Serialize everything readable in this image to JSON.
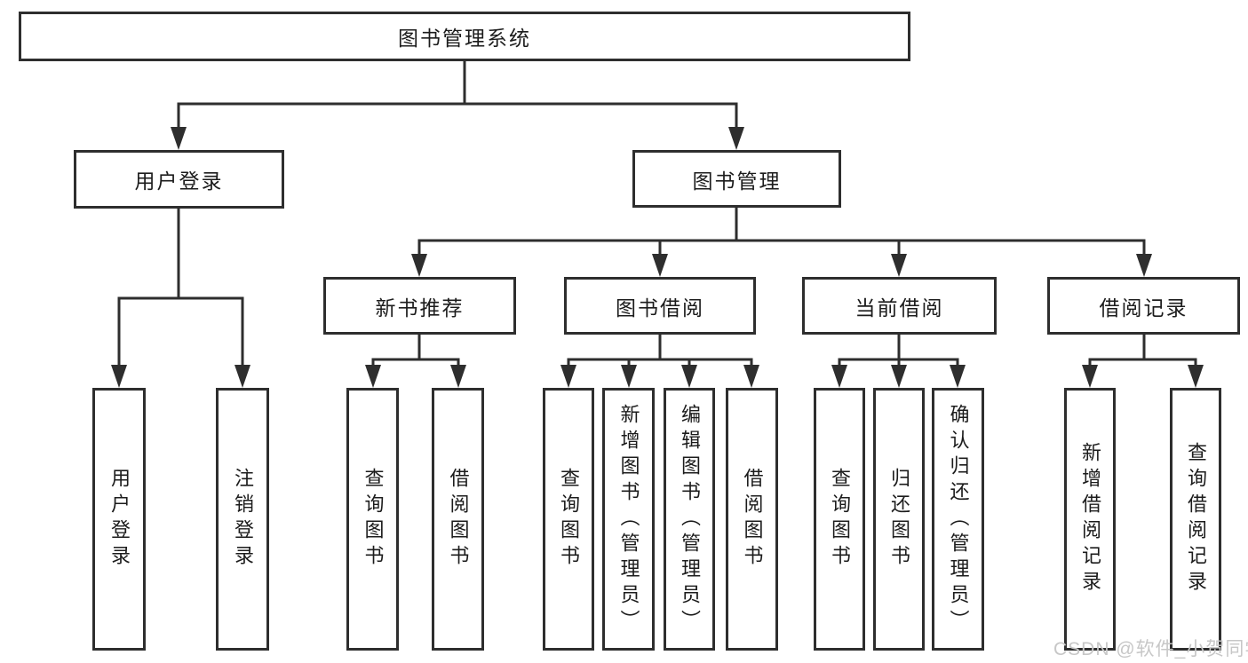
{
  "tree": {
    "root": {
      "label": "图书管理系统"
    },
    "branches": [
      {
        "label": "用户登录",
        "children": [
          {
            "label": "用户登录"
          },
          {
            "label": "注销登录"
          }
        ]
      },
      {
        "label": "图书管理",
        "children": [
          {
            "label": "新书推荐",
            "children": [
              {
                "label": "查询图书"
              },
              {
                "label": "借阅图书"
              }
            ]
          },
          {
            "label": "图书借阅",
            "children": [
              {
                "label": "查询图书"
              },
              {
                "label": "新增图书（管理员）"
              },
              {
                "label": "编辑图书（管理员）"
              },
              {
                "label": "借阅图书"
              }
            ]
          },
          {
            "label": "当前借阅",
            "children": [
              {
                "label": "查询图书"
              },
              {
                "label": "归还图书"
              },
              {
                "label": "确认归还（管理员）"
              }
            ]
          },
          {
            "label": "借阅记录",
            "children": [
              {
                "label": "新增借阅记录"
              },
              {
                "label": "查询借阅记录"
              }
            ]
          }
        ]
      }
    ]
  },
  "watermark": {
    "text": "CSDN @软件_小贺同学"
  },
  "colors": {
    "line": "#2e2e2e",
    "box_border": "#2e2e2e",
    "text": "#1c1c1c",
    "watermark": "#c7c7c7"
  }
}
